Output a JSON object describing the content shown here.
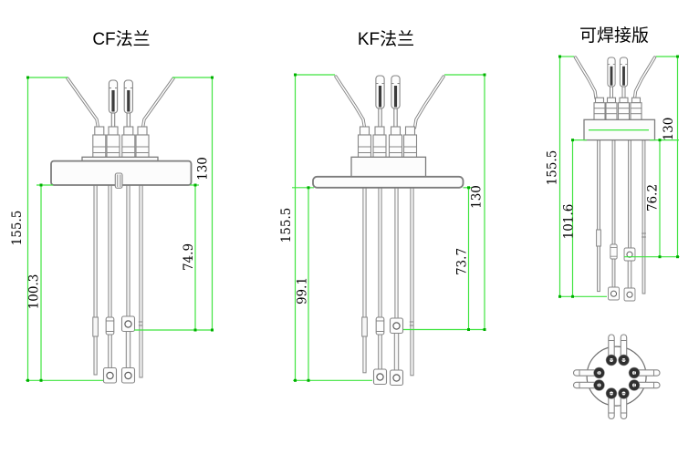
{
  "views": {
    "cf": {
      "title": "CF法兰",
      "overall_height": "155.5",
      "pin_length_below_flange": "100.3",
      "top_to_terminal": "130",
      "flange_to_terminal": "74.9"
    },
    "kf": {
      "title": "KF法兰",
      "overall_height": "155.5",
      "pin_length_below_flange": "99.1",
      "top_to_terminal": "130",
      "flange_to_terminal": "73.7"
    },
    "weldable": {
      "title": "可焊接版",
      "overall_height": "155.5",
      "pin_length_below_flange": "101.6",
      "top_to_terminal": "130",
      "flange_to_terminal": "76.2"
    }
  },
  "colors": {
    "dimension_line": "#3fe43f",
    "dimension_tick": "#00b000",
    "drawing_line": "#868686",
    "text_color": "#000000",
    "background": "#ffffff"
  }
}
